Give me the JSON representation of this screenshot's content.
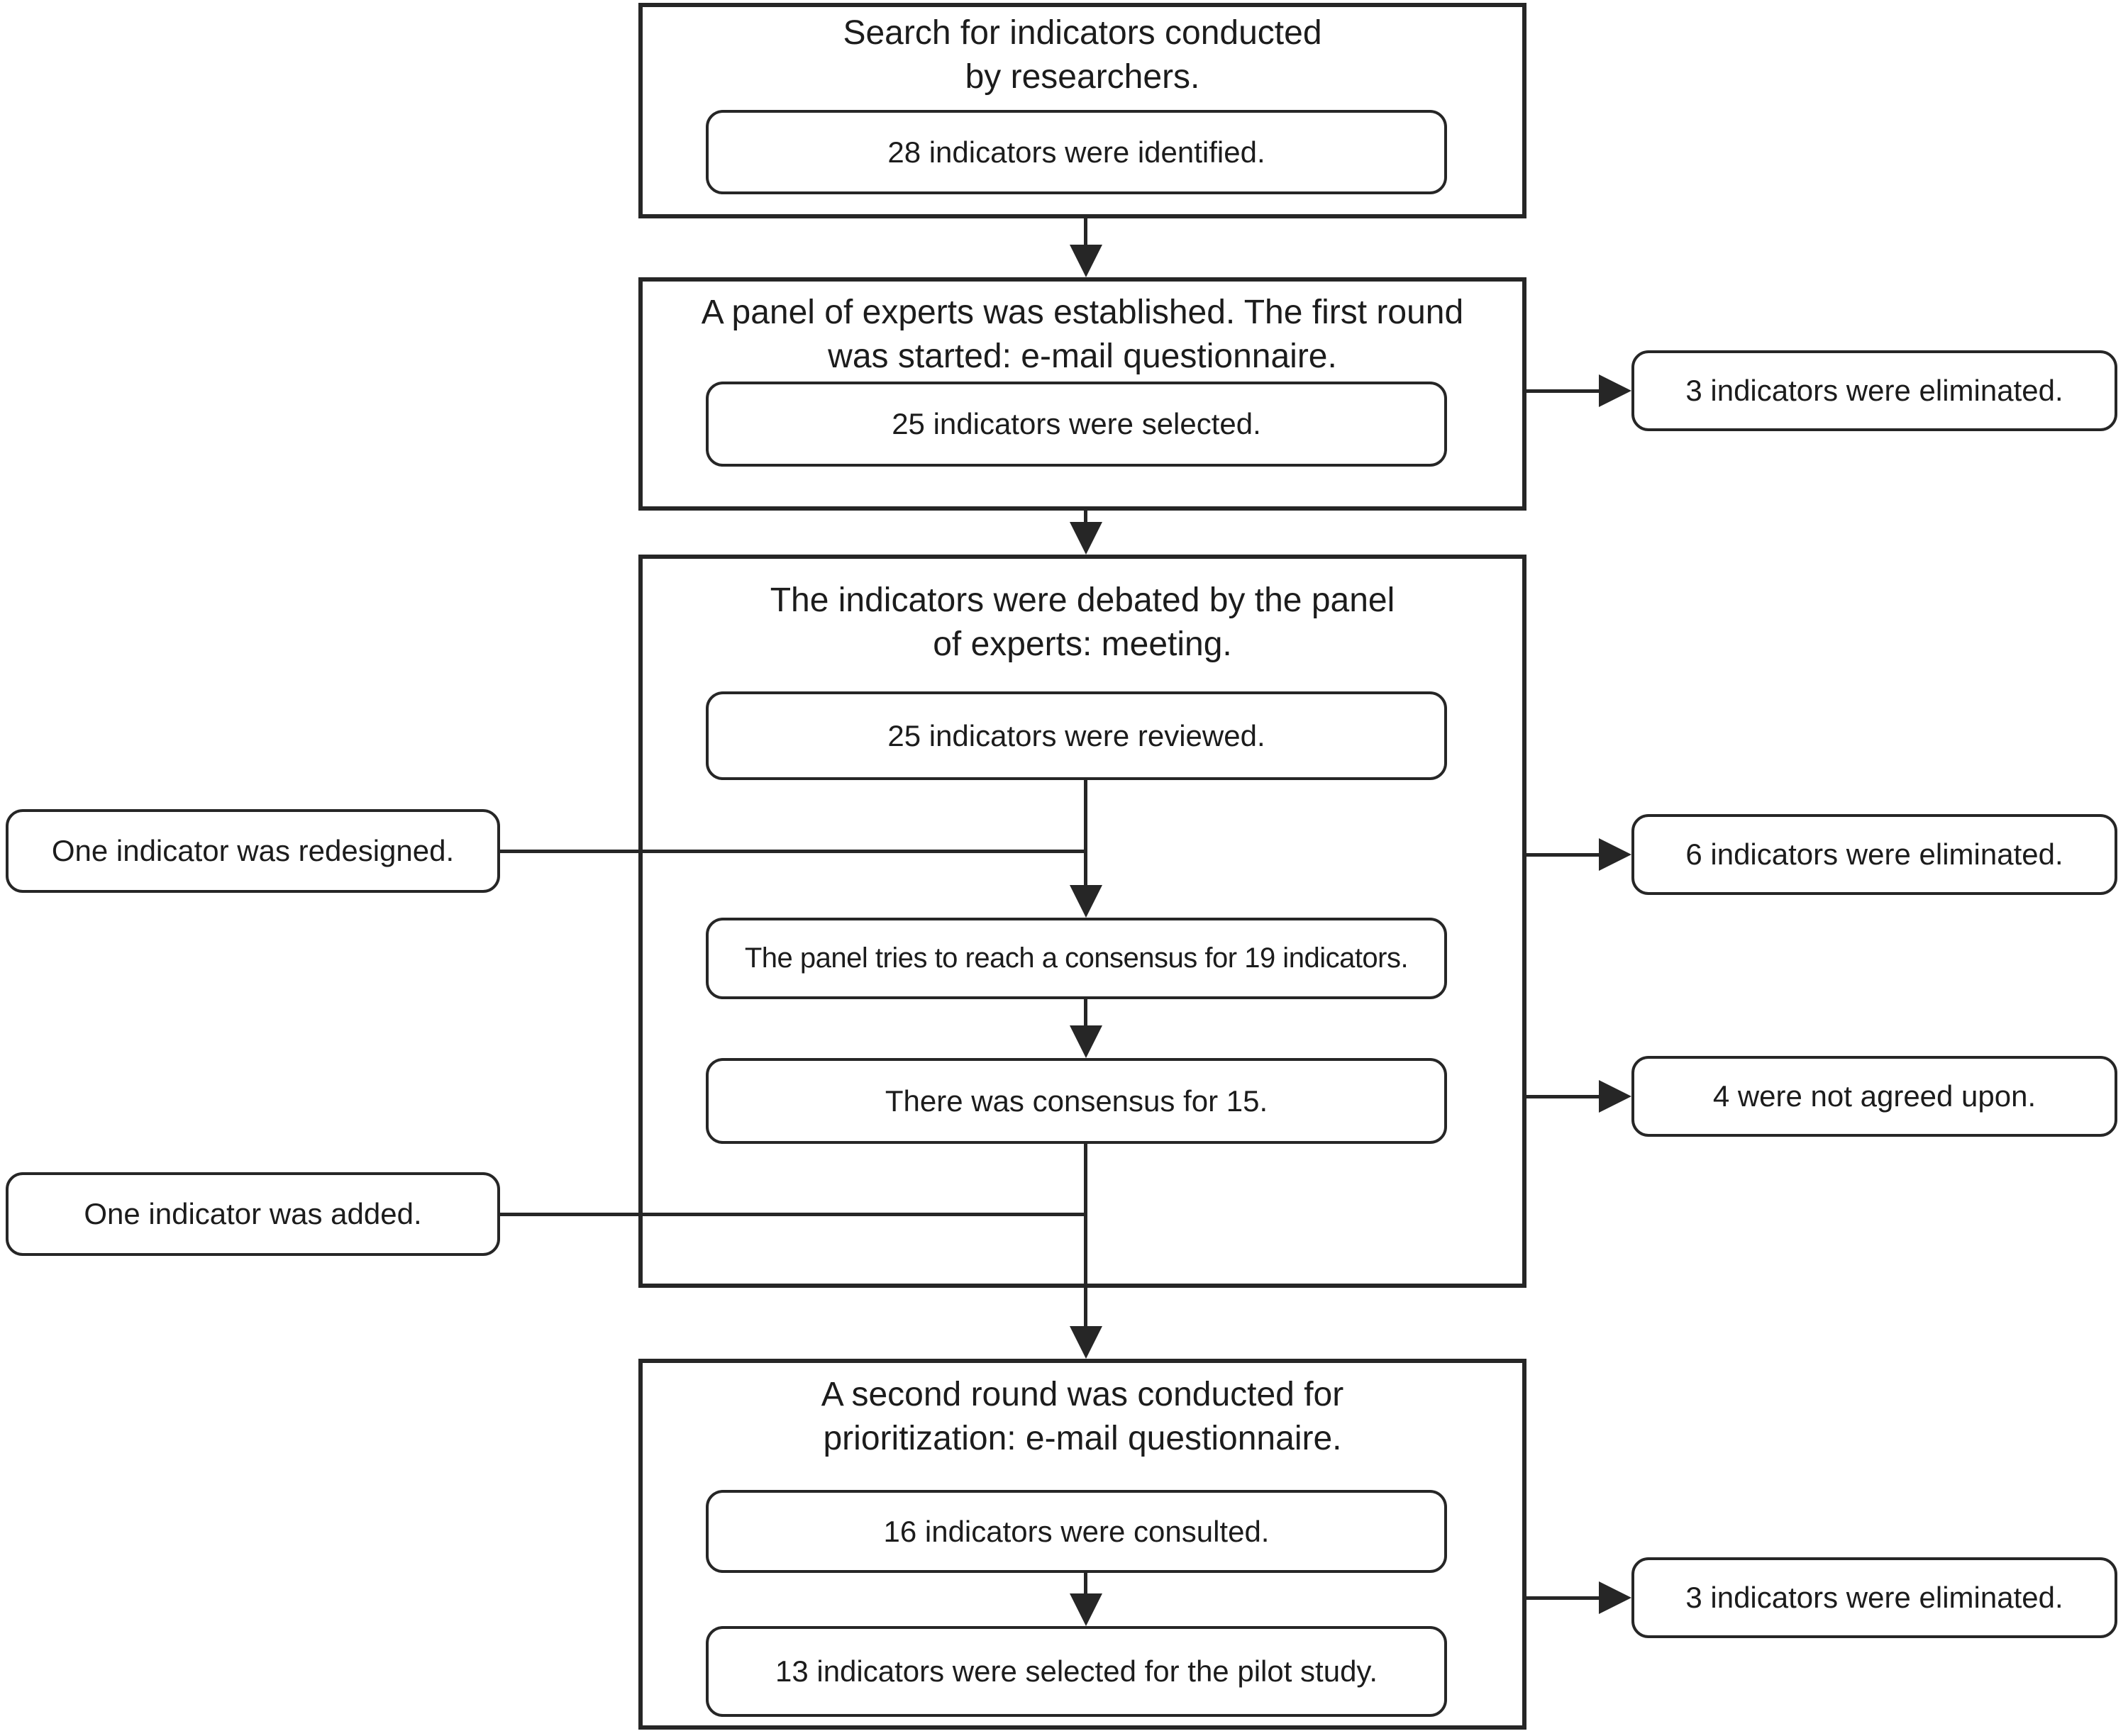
{
  "stages": {
    "s1": {
      "title1": "Search for indicators conducted",
      "title2": "by researchers.",
      "result": "28 indicators were identified."
    },
    "s2": {
      "title1": "A panel of experts was established. The first round",
      "title2": "was started: e-mail questionnaire.",
      "result": "25 indicators were selected.",
      "eliminated": "3 indicators were eliminated."
    },
    "s3": {
      "title1": "The indicators were debated by the panel",
      "title2": "of experts: meeting.",
      "reviewed": "25 indicators were reviewed.",
      "redesigned": "One indicator was redesigned.",
      "eliminated": "6 indicators were eliminated.",
      "consensus_try": "The panel tries to reach a consensus for 19 indicators.",
      "consensus": "There was consensus for 15.",
      "not_agreed": "4 were not agreed upon.",
      "added": "One indicator was added."
    },
    "s4": {
      "title1": "A second round was conducted for",
      "title2": "prioritization: e-mail questionnaire.",
      "consulted": "16 indicators were consulted.",
      "eliminated": "3 indicators were eliminated.",
      "selected": "13 indicators were selected for the pilot study."
    }
  }
}
